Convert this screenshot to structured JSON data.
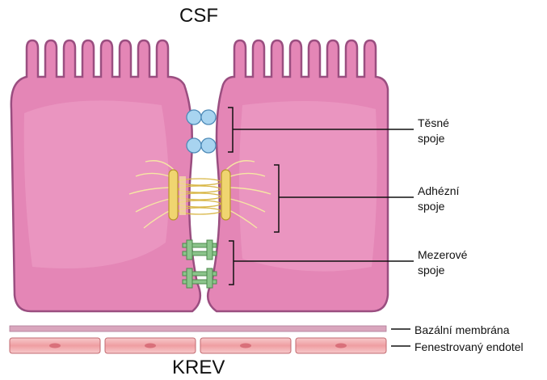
{
  "top_label": "CSF",
  "bottom_label": "KREV",
  "junctions": {
    "tight_line1": "Těsné",
    "tight_line2": "spoje",
    "adherens_line1": "Adhézní",
    "adherens_line2": "spoje",
    "gap_line1": "Mezerové",
    "gap_line2": "spoje"
  },
  "layers": {
    "basal_membrane": "Bazální membrána",
    "endothelium": "Fenestrovaný endotel"
  },
  "colors": {
    "cell_fill": "#e486b6",
    "cell_stroke": "#9a4e80",
    "tight_junction": "#a8d4f0",
    "adherens": "#f0d570",
    "gap_junction": "#8cc48c",
    "basal_membrane": "#d9a6bd",
    "endothelium": "#f2a9ac"
  }
}
